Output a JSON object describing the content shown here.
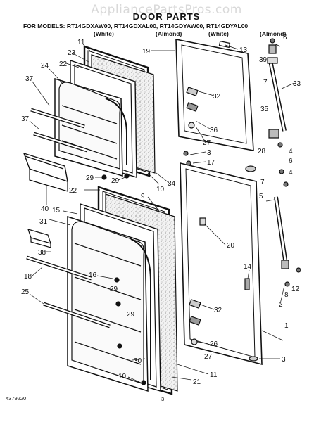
{
  "watermark": "AppliancePartsPros.com",
  "title": "DOOR PARTS",
  "models_line": "FOR MODELS: RT14GDXAW00, RT14GDXAL00, RT14GDYAW00, RT14GDYAL00",
  "model_variants": [
    "(White)",
    "(Almond)",
    "(White)",
    "(Almond)"
  ],
  "footer": {
    "doc_number": "4379220",
    "page_number": "3"
  },
  "callouts": [
    {
      "id": "c11a",
      "label": "11"
    },
    {
      "id": "c23",
      "label": "23"
    },
    {
      "id": "c22a",
      "label": "22"
    },
    {
      "id": "c24",
      "label": "24"
    },
    {
      "id": "c37a",
      "label": "37"
    },
    {
      "id": "c37b",
      "label": "37"
    },
    {
      "id": "c40",
      "label": "40"
    },
    {
      "id": "c29a",
      "label": "29"
    },
    {
      "id": "c29b",
      "label": "29"
    },
    {
      "id": "c10a",
      "label": "10"
    },
    {
      "id": "c34",
      "label": "34"
    },
    {
      "id": "c19",
      "label": "19"
    },
    {
      "id": "c13",
      "label": "13"
    },
    {
      "id": "c6a",
      "label": "6"
    },
    {
      "id": "c39",
      "label": "39"
    },
    {
      "id": "c7a",
      "label": "7"
    },
    {
      "id": "c33",
      "label": "33"
    },
    {
      "id": "c32a",
      "label": "32"
    },
    {
      "id": "c35",
      "label": "35"
    },
    {
      "id": "c36",
      "label": "36"
    },
    {
      "id": "c27a",
      "label": "27"
    },
    {
      "id": "c4a",
      "label": "4"
    },
    {
      "id": "c3a",
      "label": "3"
    },
    {
      "id": "c17",
      "label": "17"
    },
    {
      "id": "c28",
      "label": "28"
    },
    {
      "id": "c6b",
      "label": "6"
    },
    {
      "id": "c4b",
      "label": "4"
    },
    {
      "id": "c22b",
      "label": "22"
    },
    {
      "id": "c9",
      "label": "9"
    },
    {
      "id": "c15",
      "label": "15"
    },
    {
      "id": "c5",
      "label": "5"
    },
    {
      "id": "c31",
      "label": "31"
    },
    {
      "id": "c7b",
      "label": "7"
    },
    {
      "id": "c38",
      "label": "38"
    },
    {
      "id": "c20",
      "label": "20"
    },
    {
      "id": "c18",
      "label": "18"
    },
    {
      "id": "c16",
      "label": "16"
    },
    {
      "id": "c29c",
      "label": "29"
    },
    {
      "id": "c14",
      "label": "14"
    },
    {
      "id": "c25",
      "label": "25"
    },
    {
      "id": "c29d",
      "label": "29"
    },
    {
      "id": "c2",
      "label": "2"
    },
    {
      "id": "c8",
      "label": "8"
    },
    {
      "id": "c12",
      "label": "12"
    },
    {
      "id": "c32b",
      "label": "32"
    },
    {
      "id": "c1",
      "label": "1"
    },
    {
      "id": "c26",
      "label": "26"
    },
    {
      "id": "c27b",
      "label": "27"
    },
    {
      "id": "c30",
      "label": "30"
    },
    {
      "id": "c11b",
      "label": "11"
    },
    {
      "id": "c10b",
      "label": "10"
    },
    {
      "id": "c21",
      "label": "21"
    },
    {
      "id": "c3b",
      "label": "3"
    }
  ]
}
